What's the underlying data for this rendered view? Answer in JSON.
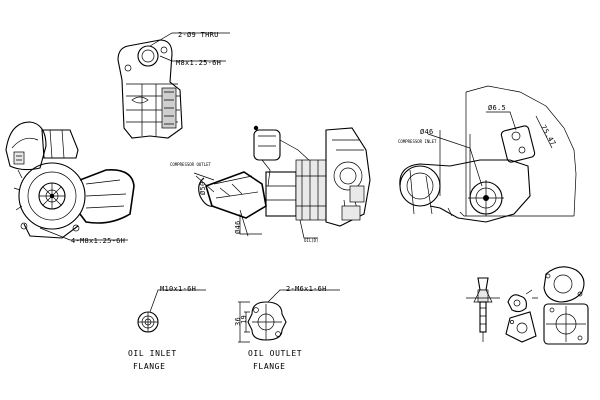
{
  "labels": {
    "thru_holes": "2-Ø9 THRU",
    "outlet_thread_top": "M8x1.25-6H",
    "turbine_inlet_studs": "4-M8x1.25-6H",
    "compressor_outlet_dia": "Ø50",
    "compressor_outlet_note": "COMPRESSOR OUTLET",
    "oil_dia": "Ø46",
    "oil_sub": "OIL(D)",
    "compressor_inlet_note": "COMPRESSOR INLET",
    "compressor_inlet_dia": "Ø46",
    "actuator_dia": "Ø6.5",
    "actuator_dim": "75.47",
    "oil_inlet_thread": "M10x1-6H",
    "oil_outlet_thread": "2-M6x1-6H",
    "oil_outlet_dim_a": "36",
    "oil_outlet_dim_b": "19",
    "oil_inlet_caption_1": "OIL INLET",
    "oil_inlet_caption_2": "FLANGE",
    "oil_outlet_caption_1": "OIL OUTLET",
    "oil_outlet_caption_2": "FLANGE"
  }
}
